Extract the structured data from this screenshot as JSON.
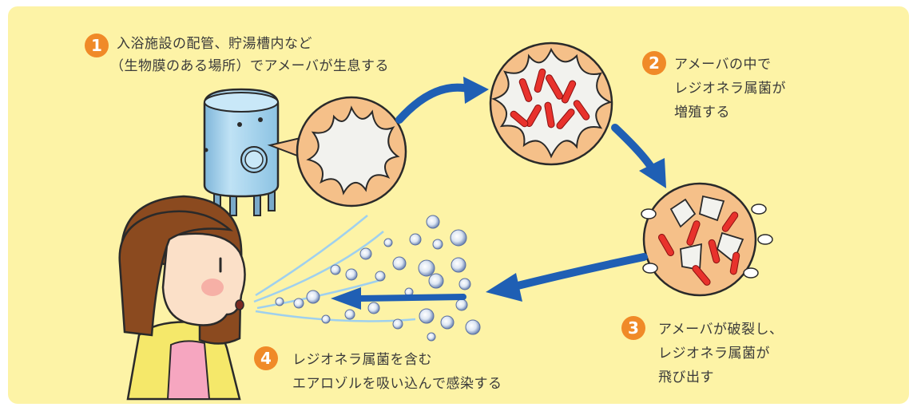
{
  "colors": {
    "background": "#fdf3a6",
    "badge": "#f08a28",
    "arrow": "#1f5fb4",
    "amoeba_cell": "#f5c089",
    "amoeba_body": "#f2f2ee",
    "bacteria": "#e8322c",
    "tank": "#a6d3ee"
  },
  "steps": [
    {
      "number": "1",
      "lines": [
        "入浴施設の配管、貯湯槽内など",
        "（生物膜のある場所）でアメーバが生息する"
      ]
    },
    {
      "number": "2",
      "lines": [
        "アメーバの中で",
        "レジオネラ属菌が",
        "増殖する"
      ]
    },
    {
      "number": "3",
      "lines": [
        "アメーバが破裂し、",
        "レジオネラ属菌が",
        "飛び出す"
      ]
    },
    {
      "number": "4",
      "lines": [
        "レジオネラ属菌を含む",
        "エアロゾルを吸い込んで感染する"
      ]
    }
  ],
  "icons": [
    "storage-tank-icon",
    "amoeba-icon",
    "bacteria-icon",
    "aerosol-droplet-icon",
    "person-icon",
    "cycle-arrow-icon"
  ]
}
